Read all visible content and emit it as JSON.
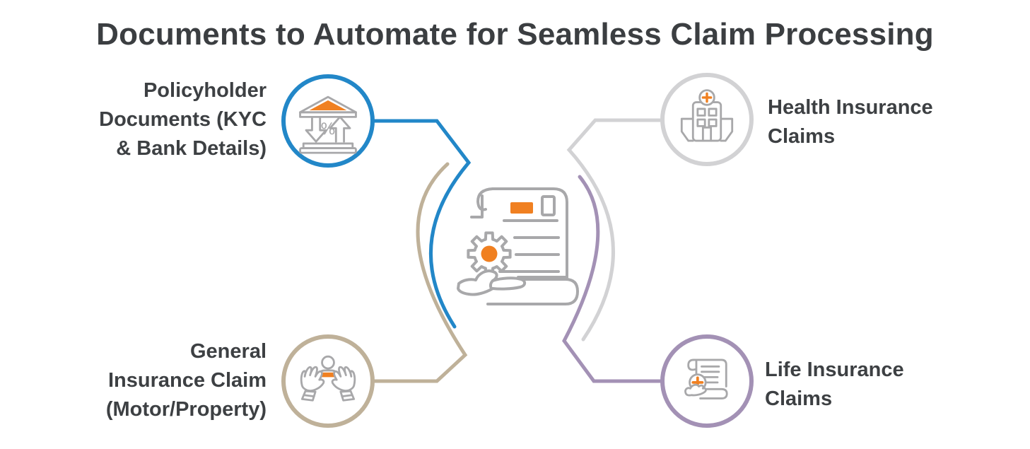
{
  "title": "Documents to Automate for Seamless Claim Processing",
  "nodes": [
    {
      "id": "policyholder-documents",
      "position": "top-left",
      "icon": "bank-icon",
      "accent_color": "#2287c8",
      "label": "Policyholder Documents (KYC & Bank Details)",
      "lines": [
        "Policyholder",
        "Documents (KYC",
        "& Bank Details)"
      ]
    },
    {
      "id": "health-insurance-claims",
      "position": "top-right",
      "icon": "hospital-icon",
      "accent_color": "#d2d2d4",
      "label": "Health Insurance Claims",
      "lines": [
        "Health Insurance",
        "Claims"
      ]
    },
    {
      "id": "general-insurance-claim",
      "position": "bottom-left",
      "icon": "protective-hands-icon",
      "accent_color": "#bfb199",
      "label": "General Insurance Claim (Motor/Property)",
      "lines": [
        "General",
        "Insurance Claim",
        "(Motor/Property)"
      ]
    },
    {
      "id": "life-insurance-claims",
      "position": "bottom-right",
      "icon": "life-policy-scroll-icon",
      "accent_color": "#a391b5",
      "label": "Life Insurance Claims",
      "lines": [
        "Life Insurance",
        "Claims"
      ]
    }
  ],
  "center": {
    "icon": "automated-claim-document-icon",
    "percent_glyph": "%"
  },
  "colors": {
    "orange": "#f08021",
    "icon_stroke": "#a8a8aa",
    "title_text": "#3b3e41",
    "label_text": "#3d4043"
  }
}
